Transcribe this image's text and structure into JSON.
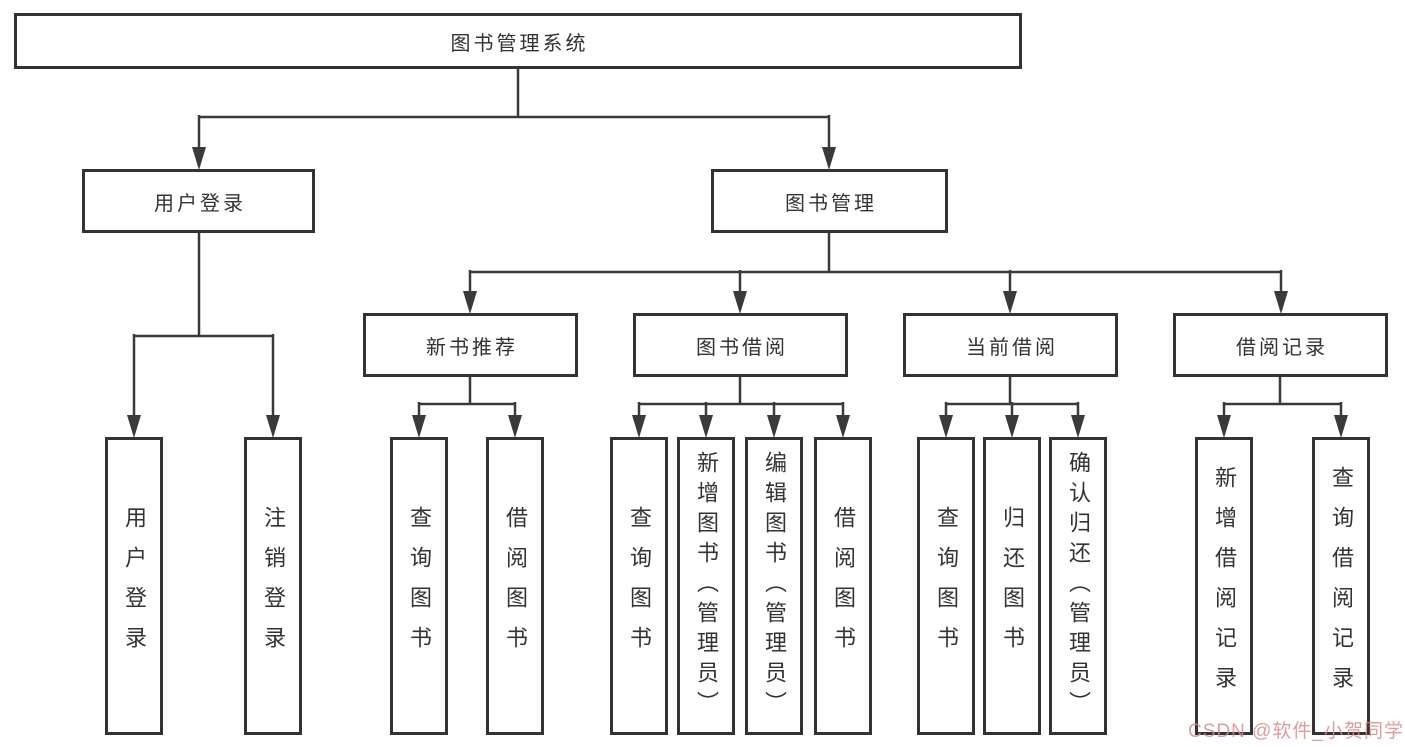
{
  "diagram": {
    "root": {
      "label": "图书管理系统"
    },
    "branches": [
      {
        "label": "用户登录",
        "children": [
          {
            "label": "用户登录"
          },
          {
            "label": "注销登录"
          }
        ]
      },
      {
        "label": "图书管理",
        "children": [
          {
            "label": "新书推荐",
            "children": [
              {
                "label": "查询图书"
              },
              {
                "label": "借阅图书"
              }
            ]
          },
          {
            "label": "图书借阅",
            "children": [
              {
                "label": "查询图书"
              },
              {
                "label": "新增图书（管理员）"
              },
              {
                "label": "编辑图书（管理员）"
              },
              {
                "label": "借阅图书"
              }
            ]
          },
          {
            "label": "当前借阅",
            "children": [
              {
                "label": "查询图书"
              },
              {
                "label": "归还图书"
              },
              {
                "label": "确认归还（管理员）"
              }
            ]
          },
          {
            "label": "借阅记录",
            "children": [
              {
                "label": "新增借阅记录"
              },
              {
                "label": "查询借阅记录"
              }
            ]
          }
        ]
      }
    ]
  },
  "watermark": {
    "text": "CSDN @软件_小贺同学"
  },
  "colors": {
    "line": "#3a3a3a",
    "box_border": "#333333",
    "text": "#333333",
    "watermark": "#d88c8c",
    "background": "#ffffff"
  }
}
